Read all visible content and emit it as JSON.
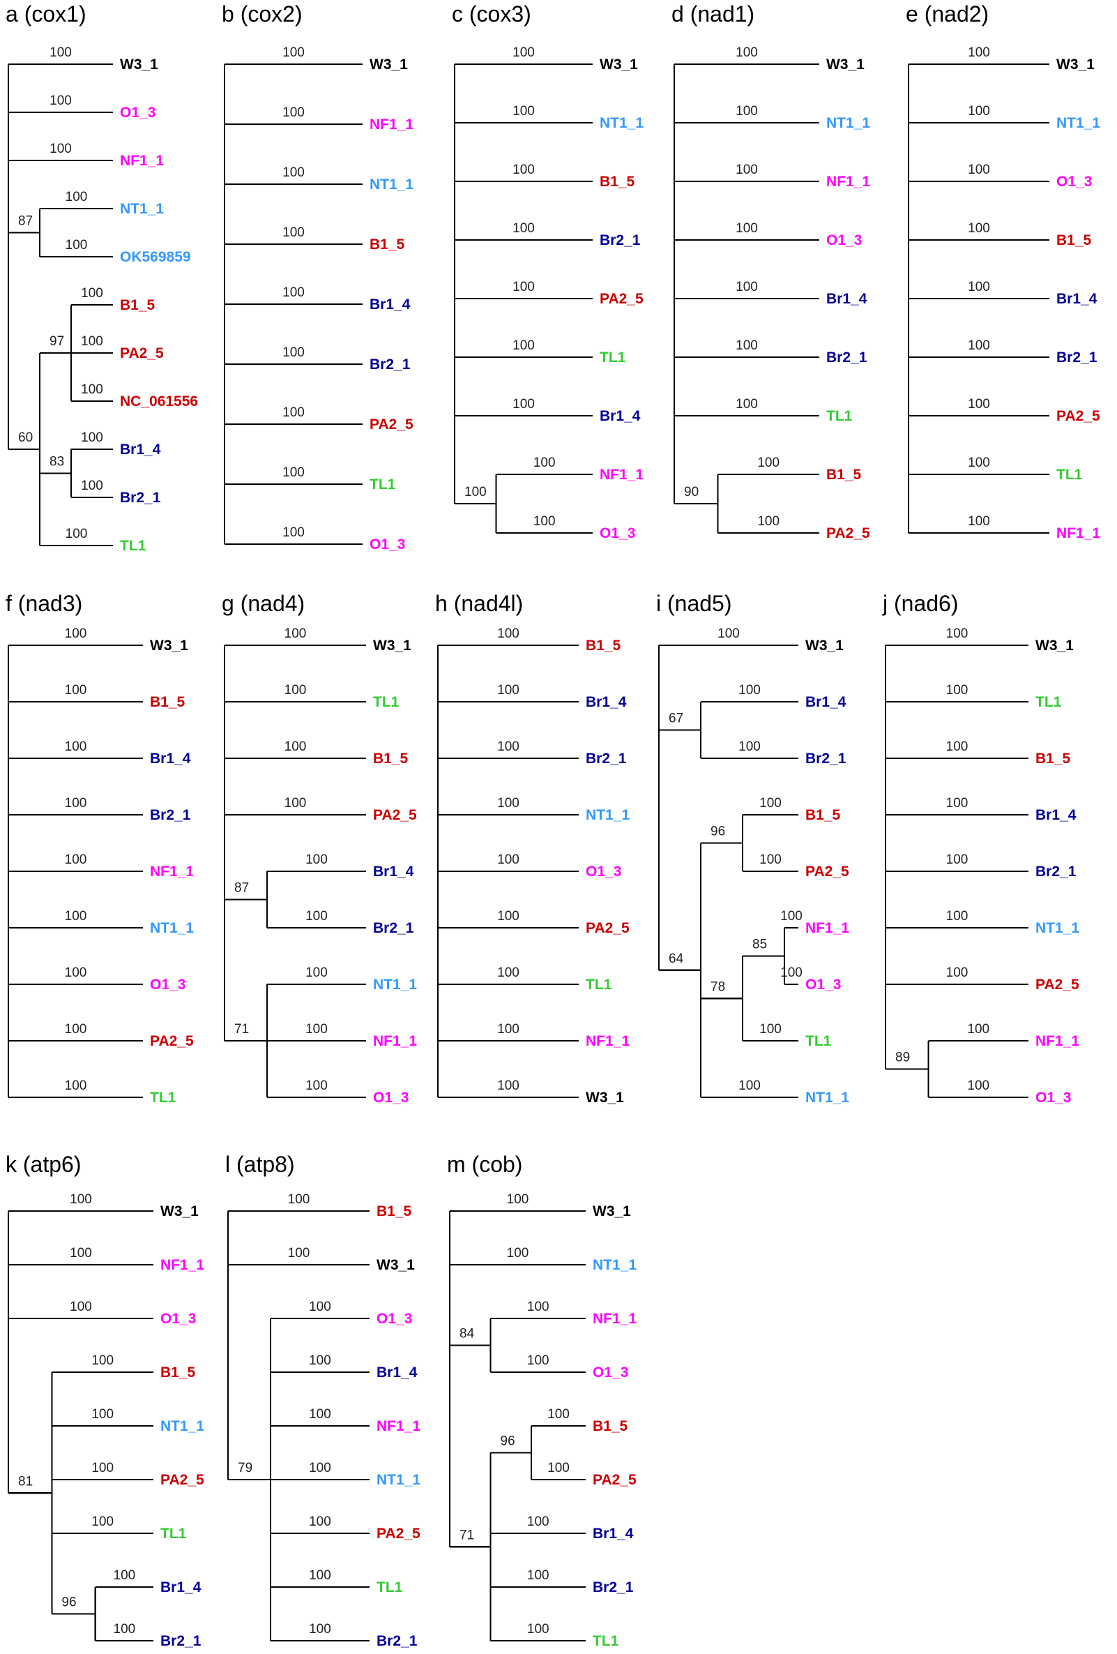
{
  "colors": {
    "W": "#000000",
    "O": "#ff00ff",
    "NF": "#ff00ff",
    "NT": "#3399ff",
    "B": "#cc0000",
    "PA": "#cc0000",
    "NC": "#cc0000",
    "Br": "#000099",
    "TL": "#33cc33",
    "OK": "#3399ff"
  },
  "panels": [
    {
      "title": "a (cox1)",
      "tree": {
        "children": [
          {
            "leaf": "W3_1",
            "color": "W",
            "support": "100"
          },
          {
            "leaf": "O1_3",
            "color": "O",
            "support": "100"
          },
          {
            "leaf": "NF1_1",
            "color": "NF",
            "support": "100"
          },
          {
            "support": "87",
            "children": [
              {
                "leaf": "NT1_1",
                "color": "NT",
                "support": "100"
              },
              {
                "leaf": "OK569859",
                "color": "OK",
                "support": "100"
              }
            ]
          },
          {
            "support": "60",
            "children": [
              {
                "support": "97",
                "children": [
                  {
                    "leaf": "B1_5",
                    "color": "B",
                    "support": "100"
                  },
                  {
                    "leaf": "PA2_5",
                    "color": "PA",
                    "support": "100"
                  },
                  {
                    "leaf": "NC_061556",
                    "color": "NC",
                    "support": "100"
                  }
                ]
              },
              {
                "support": "83",
                "children": [
                  {
                    "leaf": "Br1_4",
                    "color": "Br",
                    "support": "100"
                  },
                  {
                    "leaf": "Br2_1",
                    "color": "Br",
                    "support": "100"
                  }
                ]
              },
              {
                "leaf": "TL1",
                "color": "TL",
                "support": "100"
              }
            ]
          }
        ]
      }
    },
    {
      "title": "b (cox2)",
      "tree": {
        "children": [
          {
            "leaf": "W3_1",
            "color": "W",
            "support": "100"
          },
          {
            "leaf": "NF1_1",
            "color": "NF",
            "support": "100"
          },
          {
            "leaf": "NT1_1",
            "color": "NT",
            "support": "100"
          },
          {
            "leaf": "B1_5",
            "color": "B",
            "support": "100"
          },
          {
            "leaf": "Br1_4",
            "color": "Br",
            "support": "100"
          },
          {
            "leaf": "Br2_1",
            "color": "Br",
            "support": "100"
          },
          {
            "leaf": "PA2_5",
            "color": "PA",
            "support": "100"
          },
          {
            "leaf": "TL1",
            "color": "TL",
            "support": "100"
          },
          {
            "leaf": "O1_3",
            "color": "O",
            "support": "100"
          }
        ]
      }
    },
    {
      "title": "c (cox3)",
      "tree": {
        "children": [
          {
            "leaf": "W3_1",
            "color": "W",
            "support": "100"
          },
          {
            "leaf": "NT1_1",
            "color": "NT",
            "support": "100"
          },
          {
            "leaf": "B1_5",
            "color": "B",
            "support": "100"
          },
          {
            "leaf": "Br2_1",
            "color": "Br",
            "support": "100"
          },
          {
            "leaf": "PA2_5",
            "color": "PA",
            "support": "100"
          },
          {
            "leaf": "TL1",
            "color": "TL",
            "support": "100"
          },
          {
            "leaf": "Br1_4",
            "color": "Br",
            "support": "100"
          },
          {
            "support": "100",
            "children": [
              {
                "leaf": "NF1_1",
                "color": "NF",
                "support": "100"
              },
              {
                "leaf": "O1_3",
                "color": "O",
                "support": "100"
              }
            ]
          }
        ]
      }
    },
    {
      "title": "d (nad1)",
      "tree": {
        "children": [
          {
            "leaf": "W3_1",
            "color": "W",
            "support": "100"
          },
          {
            "leaf": "NT1_1",
            "color": "NT",
            "support": "100"
          },
          {
            "leaf": "NF1_1",
            "color": "NF",
            "support": "100"
          },
          {
            "leaf": "O1_3",
            "color": "O",
            "support": "100"
          },
          {
            "leaf": "Br1_4",
            "color": "Br",
            "support": "100"
          },
          {
            "leaf": "Br2_1",
            "color": "Br",
            "support": "100"
          },
          {
            "leaf": "TL1",
            "color": "TL",
            "support": "100"
          },
          {
            "support": "90",
            "children": [
              {
                "leaf": "B1_5",
                "color": "B",
                "support": "100"
              },
              {
                "leaf": "PA2_5",
                "color": "PA",
                "support": "100"
              }
            ]
          }
        ]
      }
    },
    {
      "title": "e (nad2)",
      "tree": {
        "children": [
          {
            "leaf": "W3_1",
            "color": "W",
            "support": "100"
          },
          {
            "leaf": "NT1_1",
            "color": "NT",
            "support": "100"
          },
          {
            "leaf": "O1_3",
            "color": "O",
            "support": "100"
          },
          {
            "leaf": "B1_5",
            "color": "B",
            "support": "100"
          },
          {
            "leaf": "Br1_4",
            "color": "Br",
            "support": "100"
          },
          {
            "leaf": "Br2_1",
            "color": "Br",
            "support": "100"
          },
          {
            "leaf": "PA2_5",
            "color": "PA",
            "support": "100"
          },
          {
            "leaf": "TL1",
            "color": "TL",
            "support": "100"
          },
          {
            "leaf": "NF1_1",
            "color": "NF",
            "support": "100"
          }
        ]
      }
    },
    {
      "title": "f (nad3)",
      "tree": {
        "children": [
          {
            "leaf": "W3_1",
            "color": "W",
            "support": "100"
          },
          {
            "leaf": "B1_5",
            "color": "B",
            "support": "100"
          },
          {
            "leaf": "Br1_4",
            "color": "Br",
            "support": "100"
          },
          {
            "leaf": "Br2_1",
            "color": "Br",
            "support": "100"
          },
          {
            "leaf": "NF1_1",
            "color": "NF",
            "support": "100"
          },
          {
            "leaf": "NT1_1",
            "color": "NT",
            "support": "100"
          },
          {
            "leaf": "O1_3",
            "color": "O",
            "support": "100"
          },
          {
            "leaf": "PA2_5",
            "color": "PA",
            "support": "100"
          },
          {
            "leaf": "TL1",
            "color": "TL",
            "support": "100"
          }
        ]
      }
    },
    {
      "title": "g (nad4)",
      "tree": {
        "children": [
          {
            "leaf": "W3_1",
            "color": "W",
            "support": "100"
          },
          {
            "leaf": "TL1",
            "color": "TL",
            "support": "100"
          },
          {
            "leaf": "B1_5",
            "color": "B",
            "support": "100"
          },
          {
            "leaf": "PA2_5",
            "color": "PA",
            "support": "100"
          },
          {
            "support": "87",
            "children": [
              {
                "leaf": "Br1_4",
                "color": "Br",
                "support": "100"
              },
              {
                "leaf": "Br2_1",
                "color": "Br",
                "support": "100"
              }
            ]
          },
          {
            "support": "71",
            "children": [
              {
                "leaf": "NT1_1",
                "color": "NT",
                "support": "100"
              },
              {
                "leaf": "NF1_1",
                "color": "NF",
                "support": "100"
              },
              {
                "leaf": "O1_3",
                "color": "O",
                "support": "100"
              }
            ]
          }
        ]
      }
    },
    {
      "title": "h (nad4l)",
      "tree": {
        "children": [
          {
            "leaf": "B1_5",
            "color": "B",
            "support": "100"
          },
          {
            "leaf": "Br1_4",
            "color": "Br",
            "support": "100"
          },
          {
            "leaf": "Br2_1",
            "color": "Br",
            "support": "100"
          },
          {
            "leaf": "NT1_1",
            "color": "NT",
            "support": "100"
          },
          {
            "leaf": "O1_3",
            "color": "O",
            "support": "100"
          },
          {
            "leaf": "PA2_5",
            "color": "PA",
            "support": "100"
          },
          {
            "leaf": "TL1",
            "color": "TL",
            "support": "100"
          },
          {
            "leaf": "NF1_1",
            "color": "NF",
            "support": "100"
          },
          {
            "leaf": "W3_1",
            "color": "W",
            "support": "100"
          }
        ]
      }
    },
    {
      "title": "i (nad5)",
      "tree": {
        "children": [
          {
            "leaf": "W3_1",
            "color": "W",
            "support": "100"
          },
          {
            "support": "67",
            "children": [
              {
                "leaf": "Br1_4",
                "color": "Br",
                "support": "100"
              },
              {
                "leaf": "Br2_1",
                "color": "Br",
                "support": "100"
              }
            ]
          },
          {
            "support": "64",
            "children": [
              {
                "support": "96",
                "children": [
                  {
                    "leaf": "B1_5",
                    "color": "B",
                    "support": "100"
                  },
                  {
                    "leaf": "PA2_5",
                    "color": "PA",
                    "support": "100"
                  }
                ]
              },
              {
                "support": "78",
                "children": [
                  {
                    "support": "85",
                    "children": [
                      {
                        "leaf": "NF1_1",
                        "color": "NF",
                        "support": "100"
                      },
                      {
                        "leaf": "O1_3",
                        "color": "O",
                        "support": "100"
                      }
                    ]
                  },
                  {
                    "leaf": "TL1",
                    "color": "TL",
                    "support": "100"
                  }
                ]
              },
              {
                "leaf": "NT1_1",
                "color": "NT",
                "support": "100"
              }
            ]
          }
        ]
      }
    },
    {
      "title": "j (nad6)",
      "tree": {
        "children": [
          {
            "leaf": "W3_1",
            "color": "W",
            "support": "100"
          },
          {
            "leaf": "TL1",
            "color": "TL",
            "support": "100"
          },
          {
            "leaf": "B1_5",
            "color": "B",
            "support": "100"
          },
          {
            "leaf": "Br1_4",
            "color": "Br",
            "support": "100"
          },
          {
            "leaf": "Br2_1",
            "color": "Br",
            "support": "100"
          },
          {
            "leaf": "NT1_1",
            "color": "NT",
            "support": "100"
          },
          {
            "leaf": "PA2_5",
            "color": "PA",
            "support": "100"
          },
          {
            "support": "89",
            "children": [
              {
                "leaf": "NF1_1",
                "color": "NF",
                "support": "100"
              },
              {
                "leaf": "O1_3",
                "color": "O",
                "support": "100"
              }
            ]
          }
        ]
      }
    },
    {
      "title": "k (atp6)",
      "tree": {
        "children": [
          {
            "leaf": "W3_1",
            "color": "W",
            "support": "100"
          },
          {
            "leaf": "NF1_1",
            "color": "NF",
            "support": "100"
          },
          {
            "leaf": "O1_3",
            "color": "O",
            "support": "100"
          },
          {
            "support": "81",
            "children": [
              {
                "leaf": "B1_5",
                "color": "B",
                "support": "100"
              },
              {
                "leaf": "NT1_1",
                "color": "NT",
                "support": "100"
              },
              {
                "leaf": "PA2_5",
                "color": "PA",
                "support": "100"
              },
              {
                "leaf": "TL1",
                "color": "TL",
                "support": "100"
              },
              {
                "support": "96",
                "children": [
                  {
                    "leaf": "Br1_4",
                    "color": "Br",
                    "support": "100"
                  },
                  {
                    "leaf": "Br2_1",
                    "color": "Br",
                    "support": "100"
                  }
                ]
              }
            ]
          }
        ]
      }
    },
    {
      "title": "l (atp8)",
      "tree": {
        "children": [
          {
            "leaf": "B1_5",
            "color": "B",
            "support": "100"
          },
          {
            "leaf": "W3_1",
            "color": "W",
            "support": "100"
          },
          {
            "support": "79",
            "children": [
              {
                "leaf": "O1_3",
                "color": "O",
                "support": "100"
              },
              {
                "leaf": "Br1_4",
                "color": "Br",
                "support": "100"
              },
              {
                "leaf": "NF1_1",
                "color": "NF",
                "support": "100"
              },
              {
                "leaf": "NT1_1",
                "color": "NT",
                "support": "100"
              },
              {
                "leaf": "PA2_5",
                "color": "PA",
                "support": "100"
              },
              {
                "leaf": "TL1",
                "color": "TL",
                "support": "100"
              },
              {
                "leaf": "Br2_1",
                "color": "Br",
                "support": "100"
              }
            ]
          }
        ]
      }
    },
    {
      "title": "m (cob)",
      "tree": {
        "children": [
          {
            "leaf": "W3_1",
            "color": "W",
            "support": "100"
          },
          {
            "leaf": "NT1_1",
            "color": "NT",
            "support": "100"
          },
          {
            "support": "84",
            "children": [
              {
                "leaf": "NF1_1",
                "color": "NF",
                "support": "100"
              },
              {
                "leaf": "O1_3",
                "color": "O",
                "support": "100"
              }
            ]
          },
          {
            "support": "71",
            "children": [
              {
                "support": "96",
                "children": [
                  {
                    "leaf": "B1_5",
                    "color": "B",
                    "support": "100"
                  },
                  {
                    "leaf": "PA2_5",
                    "color": "PA",
                    "support": "100"
                  }
                ]
              },
              {
                "leaf": "Br1_4",
                "color": "Br",
                "support": "100"
              },
              {
                "leaf": "Br2_1",
                "color": "Br",
                "support": "100"
              },
              {
                "leaf": "TL1",
                "color": "TL",
                "support": "100"
              }
            ]
          }
        ]
      }
    }
  ]
}
